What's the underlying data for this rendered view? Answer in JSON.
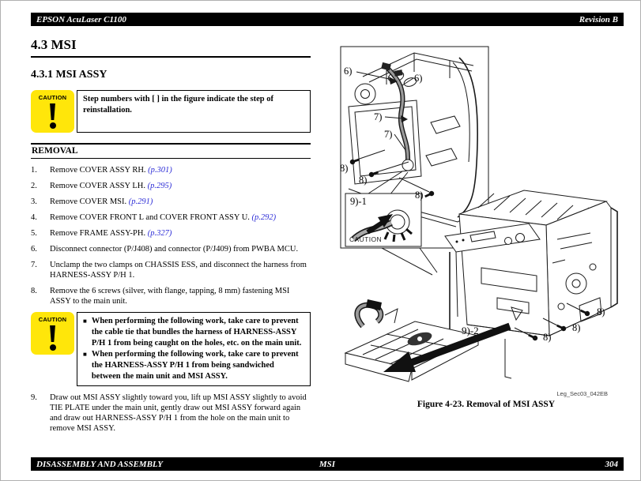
{
  "header": {
    "product": "EPSON AcuLaser C1100",
    "revision": "Revision B"
  },
  "footer": {
    "chapter": "DISASSEMBLY AND ASSEMBLY",
    "topic": "MSI",
    "page_number": "304"
  },
  "headings": {
    "section": "4.3  MSI",
    "subsection": "4.3.1  MSI ASSY",
    "removal": "REMOVAL"
  },
  "glyphs": {
    "bullet": "■"
  },
  "caution_icon_label": "CAUTION",
  "caution_note": "Step numbers with [ ] in the figure indicate the step of reinstallation.",
  "steps": [
    {
      "num": "1.",
      "text": "Remove COVER ASSY RH.",
      "link": "(p.301)"
    },
    {
      "num": "2.",
      "text": "Remove COVER ASSY LH.",
      "link": "(p.295)"
    },
    {
      "num": "3.",
      "text": "Remove COVER MSI.",
      "link": "(p.291)"
    },
    {
      "num": "4.",
      "text": "Remove COVER FRONT L and COVER FRONT ASSY U.",
      "link": "(p.292)"
    },
    {
      "num": "5.",
      "text": "Remove FRAME ASSY-PH.",
      "link": "(p.327)"
    },
    {
      "num": "6.",
      "text": "Disconnect connector (P/J408) and connector (P/J409) from PWBA MCU."
    },
    {
      "num": "7.",
      "text": "Unclamp the two clamps on CHASSIS ESS, and disconnect the harness from HARNESS-ASSY P/H 1."
    },
    {
      "num": "8.",
      "text": "Remove the 6 screws (silver, with flange, tapping, 8 mm) fastening MSI ASSY to the main unit."
    }
  ],
  "caution_bullets": [
    "When performing the following work, take care to prevent the cable tie that bundles the harness of HARNESS-ASSY P/H 1 from being caught on the holes, etc. on the main unit.",
    "When performing the following work, take care to prevent the HARNESS-ASSY P/H 1 from being sandwiched between the main unit and MSI ASSY."
  ],
  "step9": {
    "num": "9.",
    "text": "Draw out MSI ASSY slightly toward you, lift up MSI ASSY slightly to avoid TIE PLATE under the main unit, gently draw out MSI ASSY forward again and draw out HARNESS-ASSY P/H 1 from the hole on the main unit to remove MSI ASSY."
  },
  "figure": {
    "caption": "Figure 4-23.  Removal of MSI ASSY",
    "file_id": "Leg_Sec03_042EB",
    "inset_step": "9)-1",
    "inset_caution": "CAUTION",
    "arrow_step": "9)-2",
    "callouts_top": [
      "6)",
      "6)",
      "7)",
      "7)",
      "8)",
      "8)",
      "8)"
    ],
    "callouts_bottom": [
      "8)",
      "8)",
      "8)"
    ]
  },
  "colors": {
    "caution_yellow": "#ffe60a",
    "link_blue": "#2b2bd6",
    "bar_black": "#000000"
  }
}
